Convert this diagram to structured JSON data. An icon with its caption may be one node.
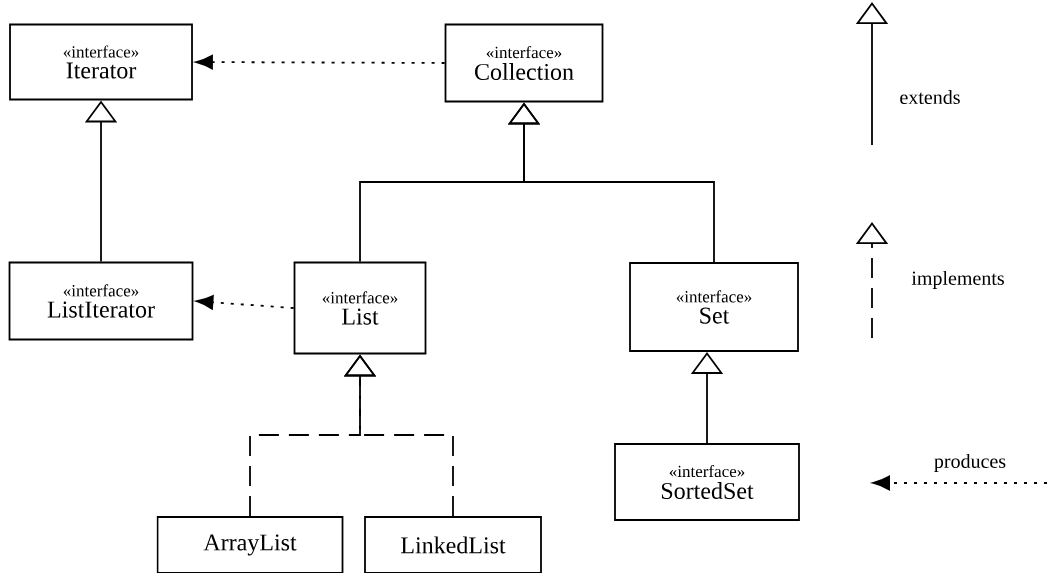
{
  "diagram": {
    "nodes": [
      {
        "text": [
          "«interface»",
          "Iterator"
        ]
      },
      {
        "text": [
          "«interface»",
          "Collection"
        ]
      },
      {
        "text": [
          "«interface»",
          "ListIterator"
        ]
      },
      {
        "text": [
          "«interface»",
          "List"
        ]
      },
      {
        "text": [
          "«interface»",
          "Set"
        ]
      },
      {
        "text": [
          "ArrayList"
        ]
      },
      {
        "text": [
          "LinkedList"
        ]
      },
      {
        "text": [
          "«interface»",
          "SortedSet"
        ]
      }
    ],
    "edges": [
      {
        "from": 1,
        "to": 0,
        "arrow": "to",
        "style": "dashed"
      },
      {
        "from": 2,
        "to": 0,
        "arrow": "to"
      },
      {
        "from": 3,
        "to": 1,
        "arrow": "to"
      },
      {
        "from": 4,
        "to": 1,
        "arrow": "to"
      },
      {
        "from": 3,
        "to": 2,
        "arrow": "to",
        "style": "dashed"
      },
      {
        "from": 5,
        "to": 3,
        "arrow": "to",
        "style": "dashed"
      },
      {
        "from": 6,
        "to": 3,
        "arrow": "to",
        "style": "dashed"
      },
      {
        "from": 7,
        "to": 4,
        "arrow": "to"
      }
    ],
    "legend": [
      {
        "text": "extends"
      },
      {
        "text": "implements"
      },
      {
        "text": "produces"
      }
    ]
  }
}
